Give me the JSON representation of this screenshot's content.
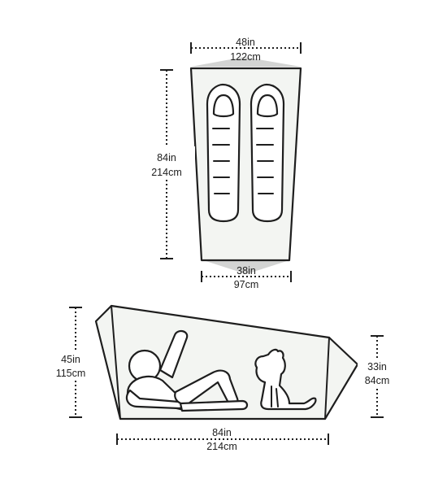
{
  "top_view": {
    "width_top": {
      "imperial": "48in",
      "metric": "122cm"
    },
    "length": {
      "imperial": "84in",
      "metric": "214cm"
    },
    "width_bottom": {
      "imperial": "38in",
      "metric": "97cm"
    }
  },
  "side_view": {
    "height_head": {
      "imperial": "45in",
      "metric": "115cm"
    },
    "height_foot": {
      "imperial": "33in",
      "metric": "84cm"
    },
    "length": {
      "imperial": "84in",
      "metric": "214cm"
    }
  }
}
